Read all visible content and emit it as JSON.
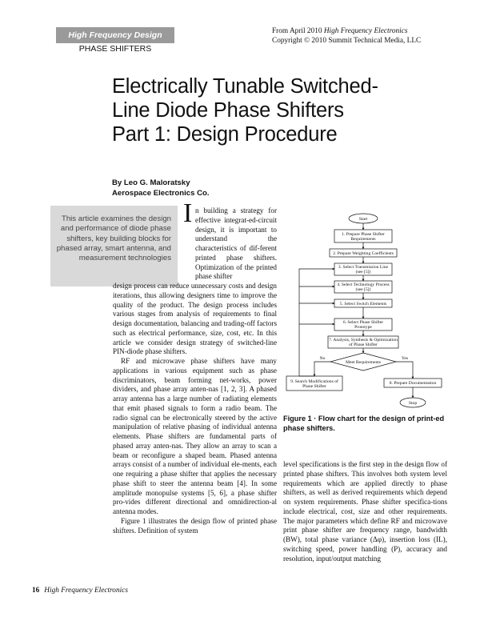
{
  "header": {
    "band": "High Frequency Design",
    "section": "PHASE SHIFTERS",
    "source_prefix": "From April 2010 ",
    "source_mag": "High Frequency Electronics",
    "copyright": "Copyright © 2010 Summit Technical Media, LLC"
  },
  "title_lines": [
    "Electrically Tunable Switched-",
    "Line Diode Phase Shifters",
    "Part 1: Design Procedure"
  ],
  "byline": {
    "author": "By Leo G. Maloratsky",
    "affiliation": "Aerospace Electronics Co."
  },
  "abstract": "This article examines the design and performance of diode phase shifters, key building blocks for phased array, smart antenna, and measurement technologies",
  "body": {
    "dropcap": "I",
    "intro_narrow": "n building a strategy for effective integrat-ed-circuit design, it is important to understand the characteristics of dif-ferent printed phase shifters. Optimization of the printed phase shifter",
    "intro_wide": "design process can reduce unnecessary costs and design iterations, thus allowing designers time to improve the quality of the product. The design process includes various stages from analysis of requirements to final design documentation, balancing and trading-off factors such as electrical performance, size, cost, etc. In this article we consider design strategy of switched-line PIN-diode phase shifters.",
    "para2": "RF and microwave phase shifters have many applications in various equipment such as phase discriminators, beam forming net-works, power dividers, and phase array anten-nas [1, 2, 3]. A phased array antenna has a large number of radiating elements that emit phased signals to form a radio beam. The radio signal can be electronically steered by the active manipulation of relative phasing of individual antenna elements. Phase shifters are fundamental parts of phased array anten-nas. They allow an array to scan a beam or reconfigure a shaped beam. Phased antenna arrays consist of a number of individual ele-ments, each one requiring a phase shifter that applies the necessary phase shift to steer the antenna beam [4]. In some amplitude monopulse systems [5, 6], a phase shifter pro-vides different directional and omnidirection-al antenna modes.",
    "para3": "Figure 1 illustrates the design flow of printed phase shifters. Definition of system",
    "right_col": "level specifications is the first step in the design flow of printed phase shifters. This involves both system level requirements which are applied directly to phase shifters, as well as derived requirements which depend on system requirements. Phase shifter specifica-tions include electrical, cost, size and other requirements. The major parameters which define RF and microwave print phase shifter are frequency range, bandwidth (BW), total phase variance (Δφ), insertion loss (IL), switching speed, power handling (P), accuracy and resolution, input/output matching"
  },
  "figure": {
    "caption": "Figure 1  ·  Flow chart for the design of print-ed phase shifters.",
    "nodes": {
      "start": "Start",
      "n1": [
        "1. Prepare Phase Shifter",
        "Requirements"
      ],
      "n2": "2. Prepare Weighting Coefficients",
      "n3": [
        "3. Select Transmission Line",
        "(see [5])"
      ],
      "n4": [
        "4. Select Technology Process",
        "(see [5])"
      ],
      "n5": "5. Select Switch Elements",
      "n6": [
        "6. Select Phase Shifter",
        "Prototype"
      ],
      "n7": [
        "7. Analysis, Synthesis & Optimization",
        "of Phase Shifter"
      ],
      "decision": "Meet Requirements",
      "no": "No",
      "yes": "Yes",
      "n9": [
        "9. Search Modifications of",
        "Phase Shifter"
      ],
      "n8": "8. Prepare Documentation",
      "stop": "Stop"
    }
  },
  "footer": {
    "page": "16",
    "magazine": "High Frequency Electronics"
  }
}
